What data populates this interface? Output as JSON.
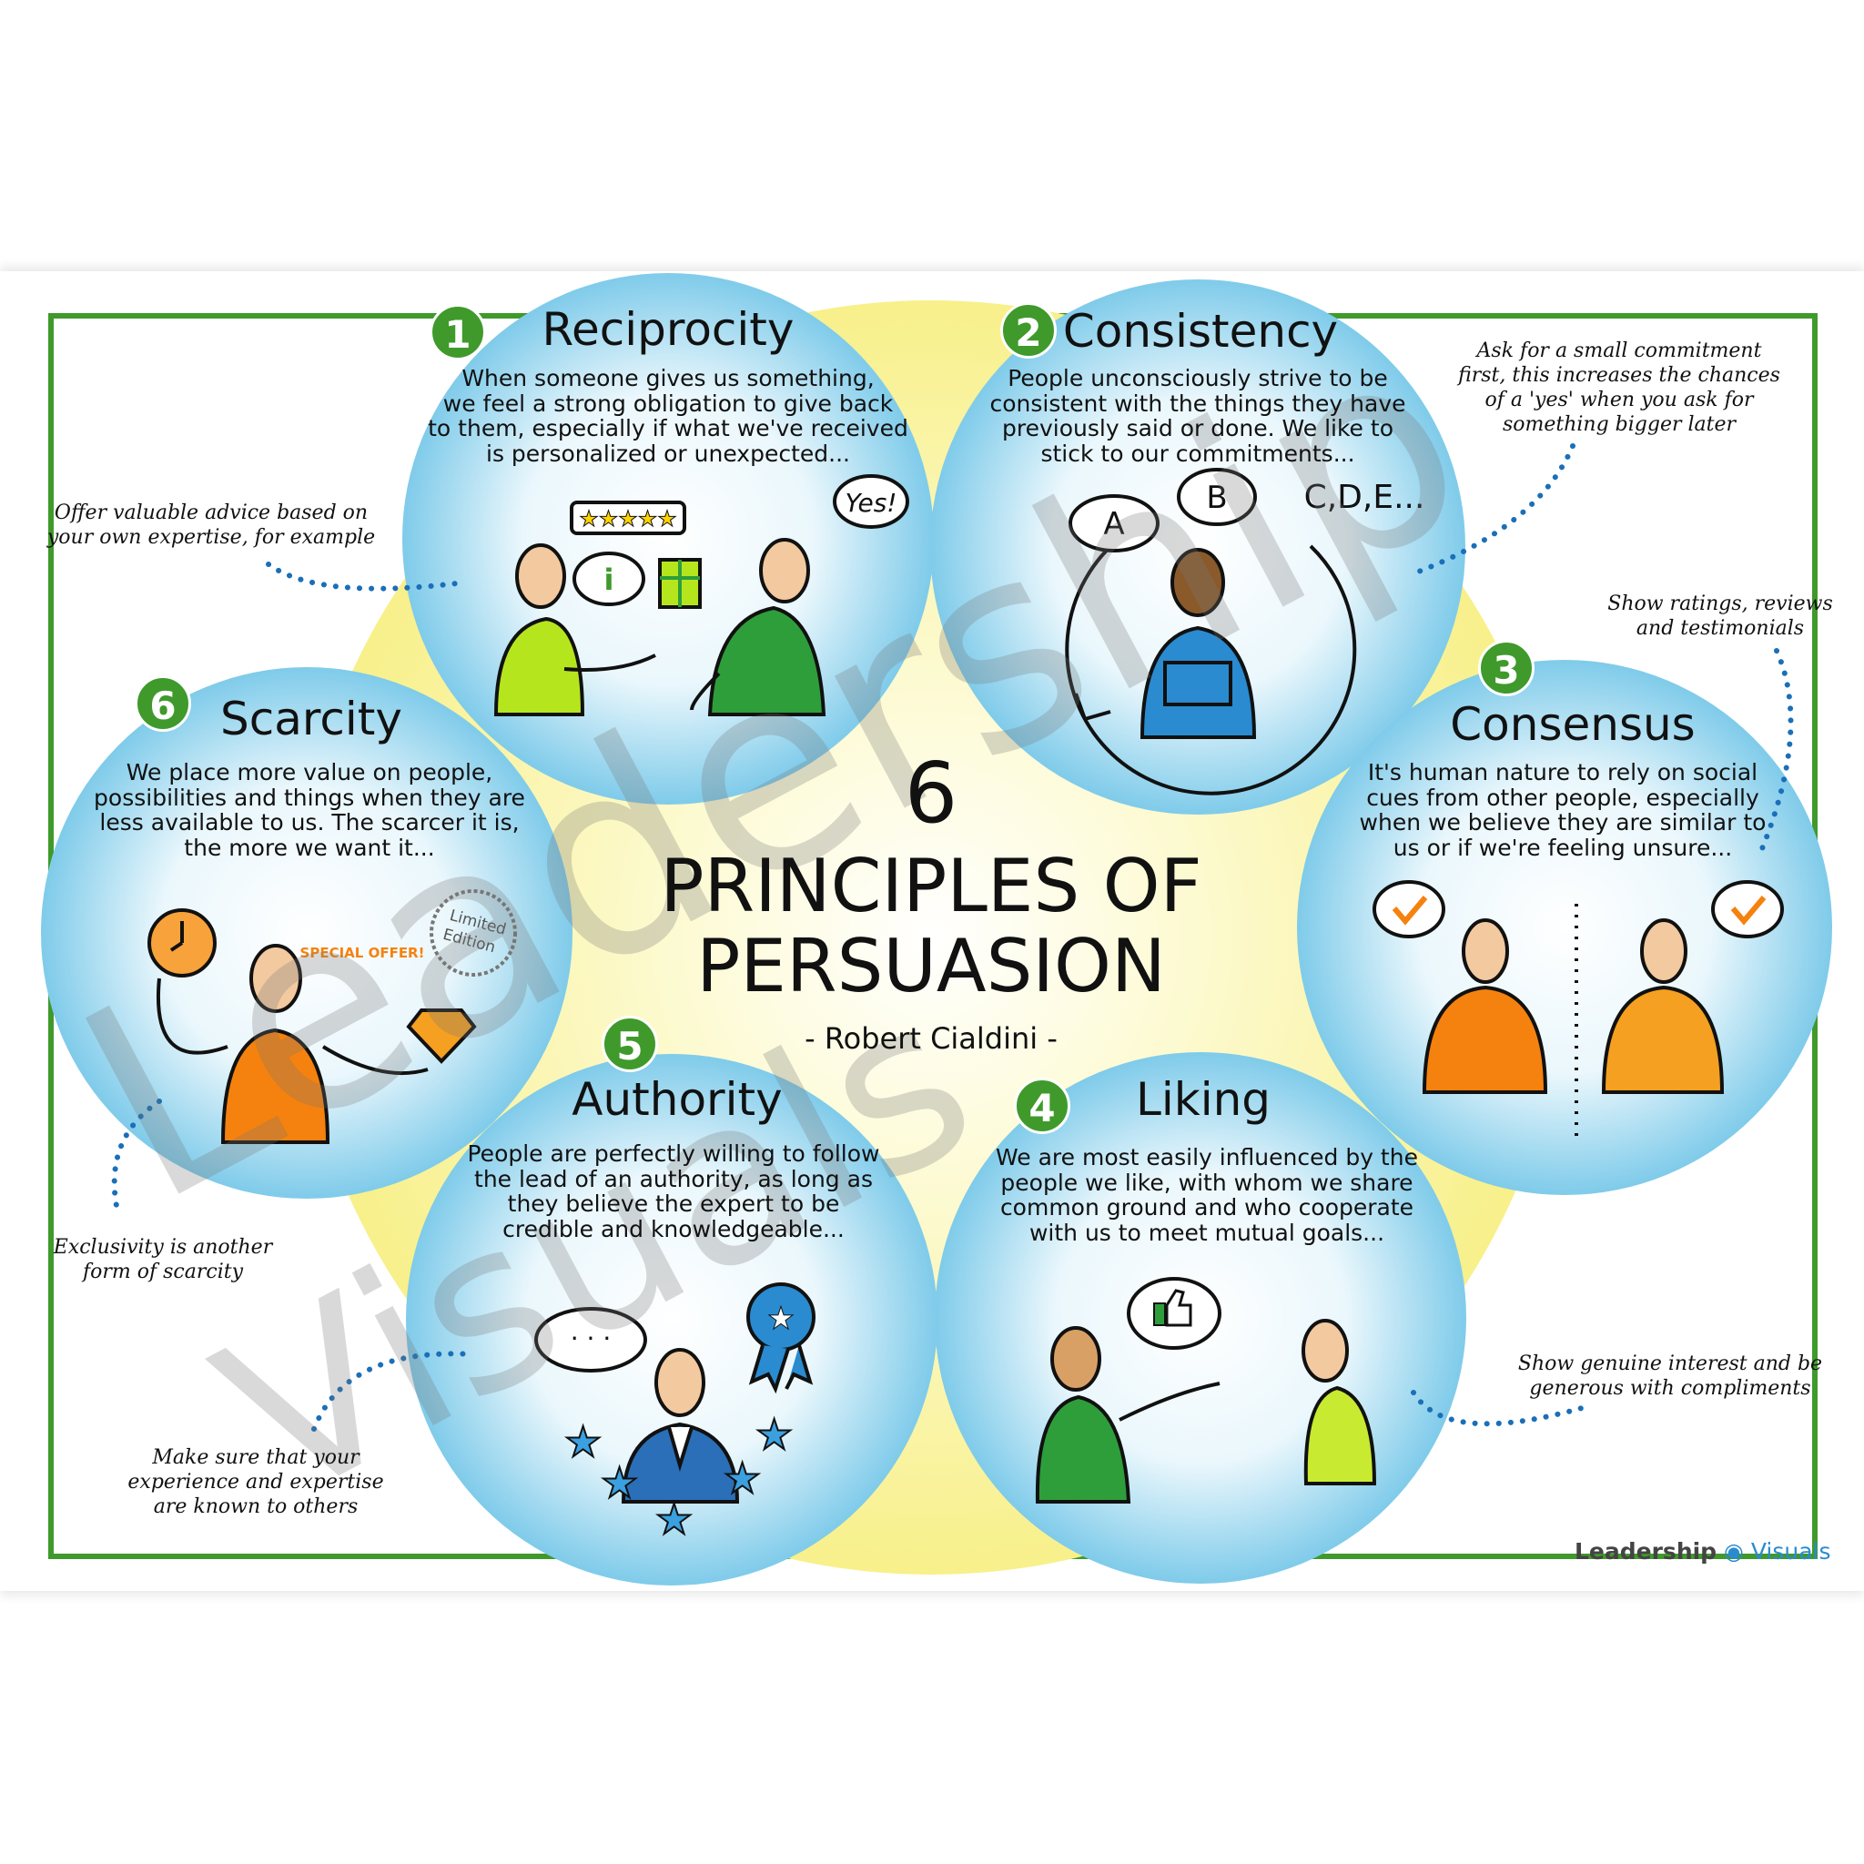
{
  "colors": {
    "frame": "#3f9a2b",
    "badge": "#3f9a2b",
    "circle_edge": "#7fcbea",
    "circle_center": "#ffffff",
    "yellow": "#faf49a",
    "dots": "#1a6fb8",
    "orange": "#f5820e",
    "lime": "#b5e61d",
    "green": "#2e9e3a",
    "blue": "#2a8bd0"
  },
  "title": {
    "number": "6",
    "lines": [
      "PRINCIPLES OF",
      "PERSUASION"
    ],
    "author": "- Robert Cialdini -"
  },
  "principles": [
    {
      "number": "1",
      "name": "Reciprocity",
      "text": [
        "When someone gives us something,",
        "we feel a strong obligation to give back",
        "to them, especially if what we've received",
        "is personalized or unexpected..."
      ],
      "icons": [
        "person-icon",
        "rating-stars-icon",
        "info-bubble-icon",
        "gift-icon",
        "yes-bubble-icon"
      ],
      "bubble": "Yes!"
    },
    {
      "number": "2",
      "name": "Consistency",
      "text": [
        "People unconsciously strive to be",
        "consistent with the things they have",
        "previously said or done. We like to",
        "stick to our commitments..."
      ],
      "icons": [
        "person-icon",
        "puzzle-icon",
        "cycle-arrow-icon"
      ],
      "bubbles": [
        "A",
        "B",
        "C,D,E..."
      ]
    },
    {
      "number": "3",
      "name": "Consensus",
      "text": [
        "It's human nature to rely on social",
        "cues from other people, especially",
        "when we believe they are similar to",
        "us or if we're feeling unsure..."
      ],
      "icons": [
        "person-icon",
        "checkmark-bubble-icon"
      ]
    },
    {
      "number": "4",
      "name": "Liking",
      "text": [
        "We are most easily influenced by the",
        "people we like, with whom we share",
        "common ground and who cooperate",
        "with us to meet mutual goals..."
      ],
      "icons": [
        "person-icon",
        "thumbs-up-bubble-icon"
      ]
    },
    {
      "number": "5",
      "name": "Authority",
      "text": [
        "People are perfectly willing to follow",
        "the lead of an authority, as long as",
        "they believe the expert to be",
        "credible and knowledgeable..."
      ],
      "icons": [
        "person-icon",
        "speech-bubble-icon",
        "rosette-icon",
        "star-icon"
      ]
    },
    {
      "number": "6",
      "name": "Scarcity",
      "text": [
        "We place more value on people,",
        "possibilities and things when they are",
        "less available to us. The scarcer it is,",
        "the more we want it..."
      ],
      "icons": [
        "person-icon",
        "clock-icon",
        "diamond-icon",
        "stamp-icon"
      ],
      "offer": "SPECIAL OFFER!",
      "stamp": [
        "Limited",
        "Edition"
      ]
    }
  ],
  "notes": {
    "reciprocity": [
      "Offer valuable advice based on",
      "your own expertise, for example"
    ],
    "consistency": [
      "Ask for a small commitment",
      "first, this increases the chances",
      "of a 'yes' when you ask for",
      "something bigger later"
    ],
    "consensus": [
      "Show ratings, reviews",
      "and testimonials"
    ],
    "scarcity": [
      "Exclusivity is another",
      "form of scarcity"
    ],
    "authority": [
      "Make sure that your",
      "experience and expertise",
      "are known to others"
    ],
    "liking": [
      "Show genuine interest and be",
      "generous with compliments"
    ]
  },
  "logo": {
    "part1": "Leadership",
    "part2": "Visuals"
  },
  "watermark": [
    "Leadership",
    "Visuals"
  ]
}
